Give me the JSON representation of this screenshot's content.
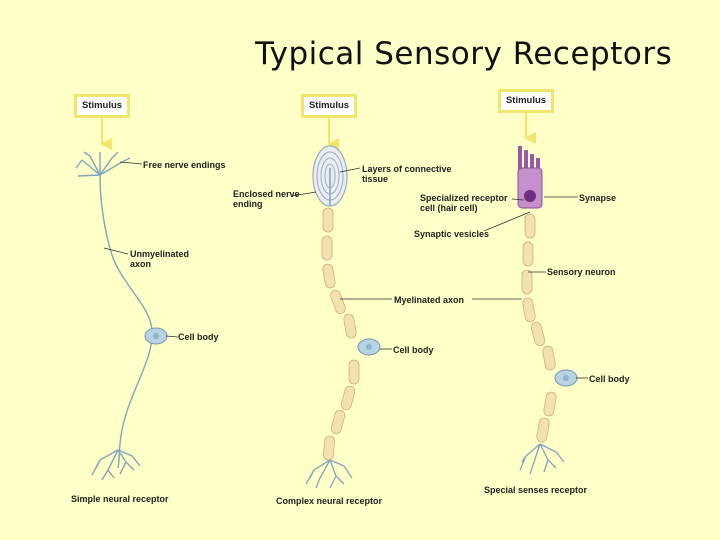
{
  "title": "Typical Sensory Receptors",
  "stimulus_label": "Stimulus",
  "receptors": [
    {
      "caption": "Simple neural receptor",
      "labels": [
        "Free nerve endings",
        "Unmyelinated",
        "axon",
        "Cell body"
      ]
    },
    {
      "caption": "Complex neural receptor",
      "labels": [
        "Layers of connective",
        "tissue",
        "Enclosed nerve",
        "ending",
        "Myelinated axon",
        "Cell body"
      ]
    },
    {
      "caption": "Special senses receptor",
      "labels": [
        "Specialized receptor",
        "cell (hair cell)",
        "Synapse",
        "Synaptic vesicles",
        "Sensory neuron",
        "Cell body"
      ]
    }
  ],
  "colors": {
    "background": "#FFFFC8",
    "stimulus_border": "#F2E56B",
    "neuron": "#8FB4CC",
    "myelin": "#F3E2B0",
    "hair_cell": "#9A5AA8"
  }
}
